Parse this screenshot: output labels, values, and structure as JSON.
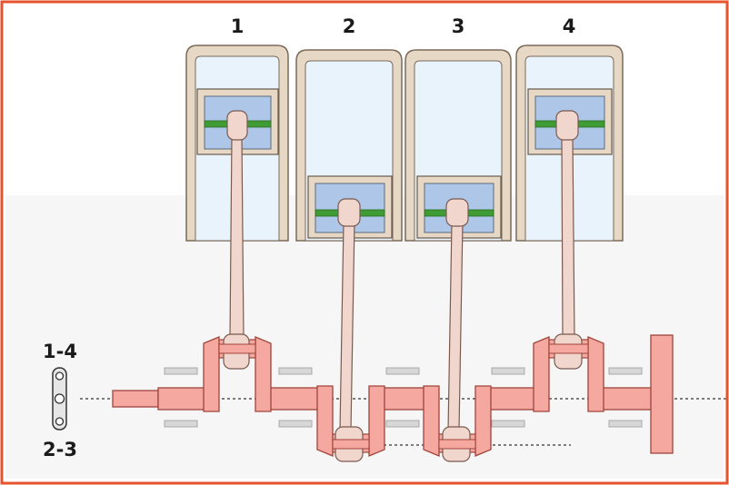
{
  "cylinders": [
    {
      "label": "1"
    },
    {
      "label": "2"
    },
    {
      "label": "3"
    },
    {
      "label": "4"
    }
  ],
  "legend": {
    "top_label": "1-4",
    "bottom_label": "2-3"
  },
  "colors": {
    "frame": "#e8532f",
    "cylinder_wall": "#e6d8c5",
    "cylinder_bore": "#e8f3fb",
    "piston_body": "#aec7e8",
    "piston_ring": "#3f9c35",
    "rod": "#f0d6cc",
    "crank": "#f4a8a0",
    "bearing": "#dadada"
  }
}
